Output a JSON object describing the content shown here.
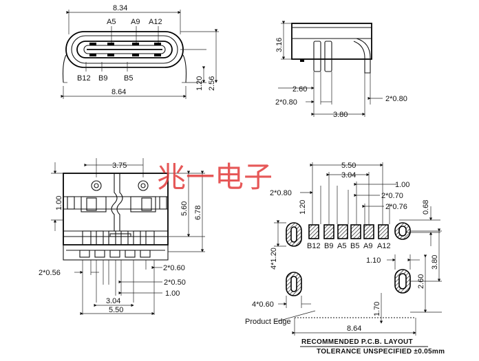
{
  "top_view": {
    "dims": {
      "width_top": "8.34",
      "width_bottom": "8.64",
      "h1": "1.20",
      "h2": "2.56"
    },
    "pins_top": [
      "A5",
      "A9",
      "A12"
    ],
    "pins_bottom": [
      "B12",
      "B9",
      "B5"
    ]
  },
  "side_view": {
    "dims": {
      "height": "3.16",
      "pitch": "2.60",
      "leg_left": "2*0.80",
      "leg_right": "2*0.80",
      "span": "3.80"
    }
  },
  "bottom_view": {
    "dims": {
      "top_span": "3.75",
      "h_left": "1.00",
      "h_mid": "5.60",
      "h_right": "6.78",
      "pad_w_left": "2*0.56",
      "pad_w_right": "2*0.60",
      "pad_w_mid": "2*0.50",
      "pitch_1": "1.00",
      "span_304": "3.04",
      "span_550": "5.50"
    }
  },
  "pcb_layout": {
    "dims": {
      "span_550": "5.50",
      "span_304": "3.04",
      "pitch": "1.00",
      "w_080": "2*0.80",
      "w_070": "2*0.70",
      "w_076": "2*0.76",
      "h_120": "1.20",
      "h_068": "0.68",
      "slot_left": "4*1.20",
      "slot_w": "4*0.60",
      "gap_110": "1.10",
      "h_380": "3.80",
      "h_260": "2.60",
      "h_170": "1.70",
      "width_864": "8.64"
    },
    "pad_labels": [
      "B12",
      "B9",
      "A5",
      "B5",
      "A9",
      "A12"
    ],
    "product_edge": "Product Edge",
    "title": "RECOMMENDED   P.C.B.  LAYOUT",
    "tolerance": "TOLERANCE  UNSPECIFIED  ±0.05mm"
  },
  "watermark": "兆一电子"
}
